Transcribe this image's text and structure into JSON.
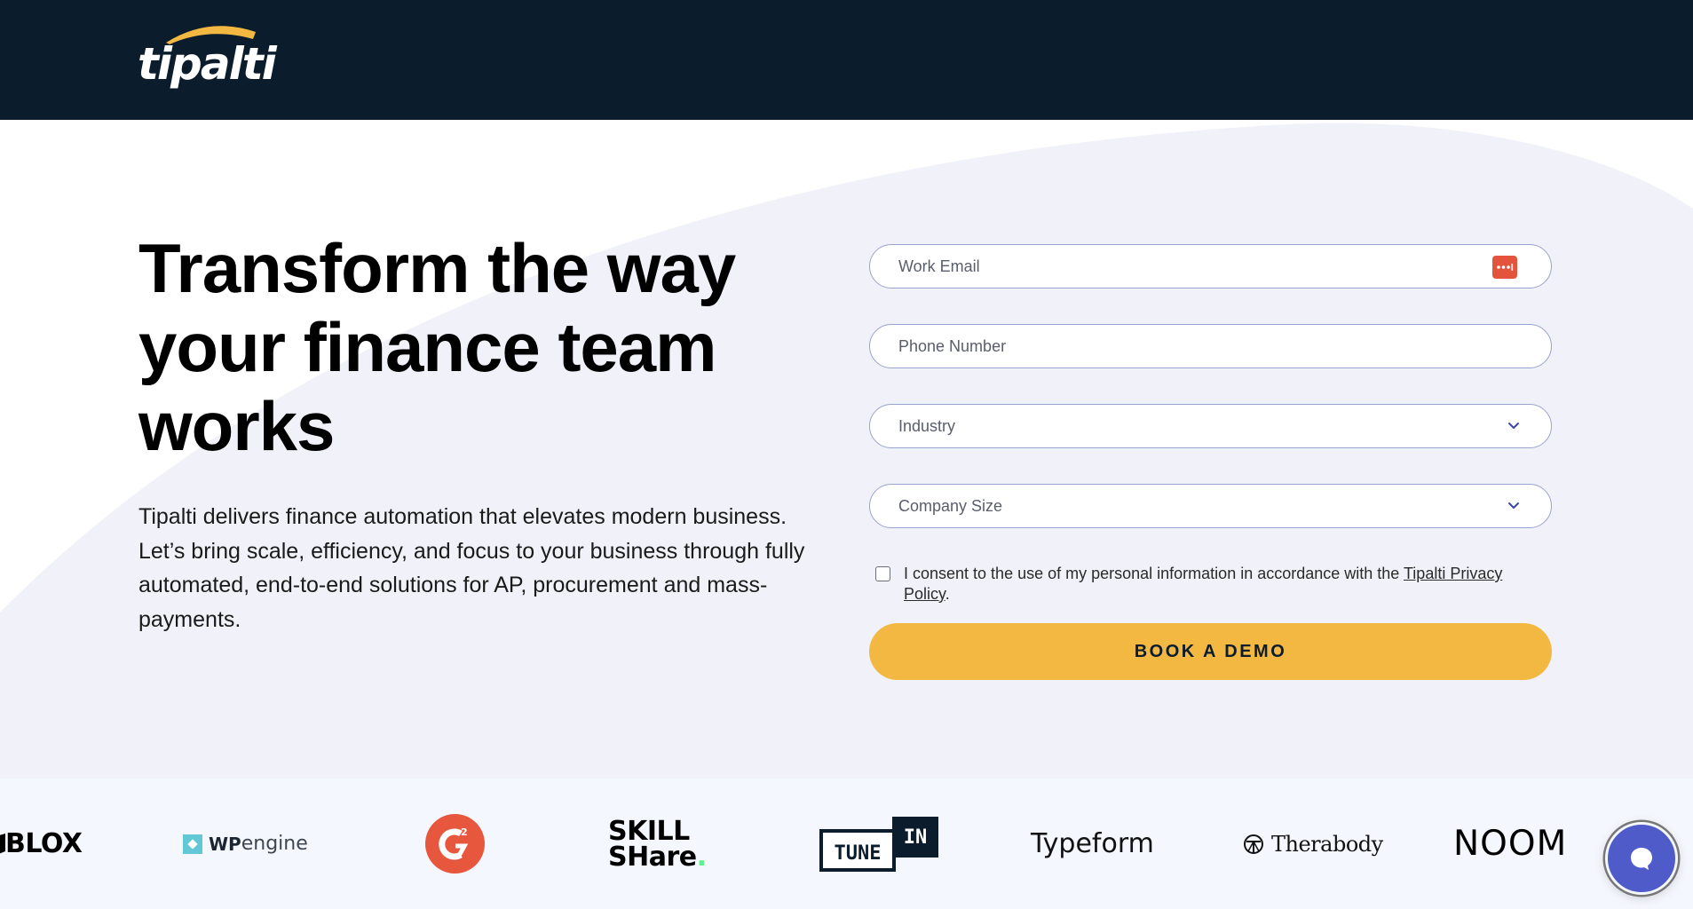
{
  "header": {
    "logo_text": "tipalti",
    "background_color": "#0b1c2c",
    "logo_arc_color": "#f3b842"
  },
  "hero": {
    "headline_lines": [
      "Transform the way",
      "your finance team",
      "works"
    ],
    "subcopy": "Tipalti delivers finance automation that elevates modern business. Let’s bring scale, efficiency, and focus to your business through fully automated, end-to-end solutions for AP, procurement and mass-payments."
  },
  "form": {
    "email": {
      "placeholder": "Work Email",
      "value": "",
      "autofill_icon": "password-manager-icon"
    },
    "phone": {
      "placeholder": "Phone Number",
      "value": ""
    },
    "industry": {
      "selected": "Industry",
      "icon": "chevron-down-icon"
    },
    "company_size": {
      "selected": "Company Size",
      "icon": "chevron-down-icon"
    },
    "consent": {
      "checked": false,
      "text_before": "I consent to the use of my personal information in accordance with the ",
      "link_text": "Tipalti Privacy Policy",
      "text_after": "."
    },
    "submit_label": "BOOK A DEMO",
    "submit_color": "#f3b842",
    "field_border_color": "#9aa3cf"
  },
  "customer_logos": [
    {
      "name": "Roblox",
      "text": "BLOX"
    },
    {
      "name": "WP Engine",
      "bold": "WP",
      "light": "engine"
    },
    {
      "name": "G2",
      "text": "G2"
    },
    {
      "name": "Skillshare",
      "line1": "SKILL",
      "line2": "SHare"
    },
    {
      "name": "TuneIn",
      "part1": "TUNE",
      "part2": "IN"
    },
    {
      "name": "Typeform",
      "text": "Typeform"
    },
    {
      "name": "Therabody",
      "text": "Therabody"
    },
    {
      "name": "Noom",
      "text": "NOOM"
    }
  ],
  "chat": {
    "icon": "chat-bubble-icon",
    "color": "#4e5bc9"
  }
}
